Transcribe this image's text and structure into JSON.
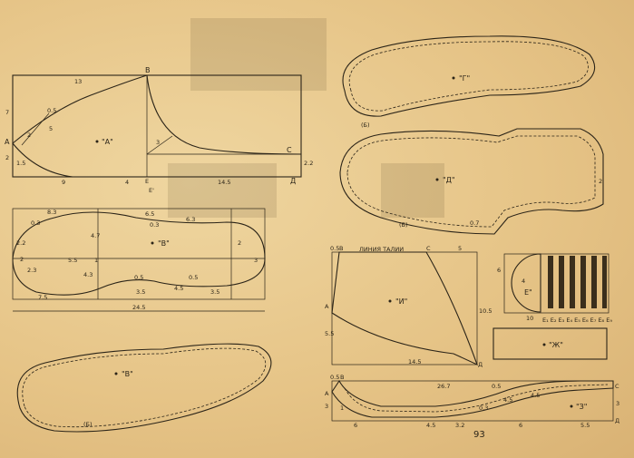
{
  "pattern_A": {
    "label": "\"А\"",
    "points": {
      "A": "А",
      "B": "В",
      "C": "С",
      "D": "Д",
      "E": "Е",
      "E1": "Е'"
    },
    "dims": {
      "top": "13",
      "left": "7",
      "mid": "0.5",
      "k5": "5",
      "k2": "2",
      "k15": "1.5",
      "low2": "2",
      "b9": "9",
      "b4": "4",
      "b145": "14.5",
      "r22": "2.2",
      "s3": "3"
    }
  },
  "pattern_B": {
    "label": "\"В\"",
    "dims": {
      "top83": "8.3",
      "d03a": "0.3",
      "d65": "6.5",
      "d63": "6.3",
      "d03b": "0.3",
      "d47": "4.7",
      "d2a": "2",
      "d22": "2.2",
      "d23": "2.3",
      "d55": "5.5",
      "d1": "1",
      "d43": "4.3",
      "d05a": "0.5",
      "d35a": "3.5",
      "d45": "4.5",
      "d05b": "0.5",
      "d35b": "3.5",
      "d2b": "2",
      "d3": "3",
      "d75": "7.5",
      "d245": "24.5"
    }
  },
  "pattern_V2": {
    "label": "\"В\"",
    "note": "(Б)"
  },
  "pattern_G": {
    "label": "\"Г\"",
    "note": "(Б)"
  },
  "pattern_D": {
    "label": "\"Д\"",
    "note": "(Б)",
    "d2": "2",
    "d07": "0.7"
  },
  "pattern_I": {
    "label": "\"И\"",
    "header": "ЛИНИЯ ТАЛИИ",
    "dims": {
      "d05": "0.5",
      "B": "В",
      "C": "С",
      "d5": "5",
      "A": "А",
      "d55": "5.5",
      "d145": "14.5",
      "D": "Д",
      "d105": "10.5"
    }
  },
  "pattern_E": {
    "label": "Е\"",
    "d6": "6",
    "d4": "4",
    "d10": "10",
    "strips": "Е₁ Е₂ Е₃ Е₄ Е₅ Е₆ Е₇ Е₈ Е₉"
  },
  "pattern_Zh": {
    "label": "\"Ж\""
  },
  "pattern_Z": {
    "label": "\"З\"",
    "dims": {
      "d05": "0.5",
      "B": "В",
      "d267": "26.7",
      "d3": "3",
      "A": "А",
      "d6a": "6",
      "d45a": "4.5",
      "d32": "3.2",
      "d6b": "6",
      "d55": "5.5",
      "d05b": "0.5",
      "d45b": "4.5",
      "d45c": "4.5",
      "d03": "0.3",
      "C": "С",
      "D": "Д",
      "d3b": "3",
      "d1": "1"
    }
  },
  "page_number": "93"
}
